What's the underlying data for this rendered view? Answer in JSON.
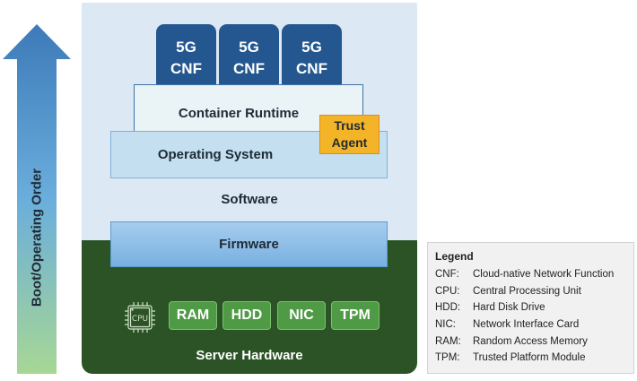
{
  "arrow": {
    "label": "Boot/Operating Order",
    "gradient_top": "#3d7ab9",
    "gradient_mid": "#6aaedc",
    "gradient_bottom": "#a7d795"
  },
  "software": {
    "cnfs": [
      {
        "line1": "5G",
        "line2": "CNF"
      },
      {
        "line1": "5G",
        "line2": "CNF"
      },
      {
        "line1": "5G",
        "line2": "CNF"
      }
    ],
    "container_runtime": "Container Runtime",
    "trust_agent": {
      "line1": "Trust",
      "line2": "Agent"
    },
    "operating_system": "Operating System",
    "label": "Software"
  },
  "firmware": {
    "label": "Firmware"
  },
  "hardware": {
    "cpu_label": "CPU",
    "components": [
      "RAM",
      "HDD",
      "NIC",
      "TPM"
    ],
    "label": "Server Hardware"
  },
  "legend": {
    "title": "Legend",
    "entries": [
      {
        "abbr": "CNF:",
        "meaning": "Cloud-native Network Function"
      },
      {
        "abbr": "CPU:",
        "meaning": "Central Processing Unit"
      },
      {
        "abbr": "HDD:",
        "meaning": "Hard Disk Drive"
      },
      {
        "abbr": "NIC:",
        "meaning": "Network Interface Card"
      },
      {
        "abbr": "RAM:",
        "meaning": "Random Access Memory"
      },
      {
        "abbr": "TPM:",
        "meaning": "Trusted Platform Module"
      }
    ]
  }
}
